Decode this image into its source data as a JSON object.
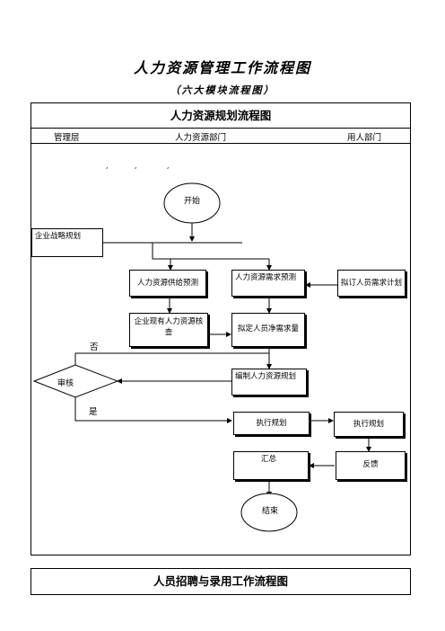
{
  "doc": {
    "title": "人力资源管理工作流程图",
    "subtitle": "（六大模块流程图）"
  },
  "flowchart1": {
    "heading": "人力资源规划流程图",
    "lanes": {
      "management": "管理层",
      "hr": "人力资源部门",
      "dept": "用人部门"
    },
    "nodes": {
      "start": "开始",
      "strategy": "企业战略规划",
      "supply_forecast": "人力资源供给预测",
      "demand_forecast": "人力资源需求预测",
      "draft_plan": "拟订人员需求计划",
      "inventory": "企业现有人力资源核查",
      "net_demand": "拟定人员净需求量",
      "compile_plan": "编制人力资源规划",
      "review": "审核",
      "execute_hr": "执行规划",
      "execute_dept": "执行规划",
      "summary": "汇总",
      "feedback": "反馈",
      "end": "结束"
    },
    "labels": {
      "no": "否",
      "yes": "是"
    }
  },
  "flowchart2": {
    "heading": "人员招聘与录用工作流程图"
  }
}
